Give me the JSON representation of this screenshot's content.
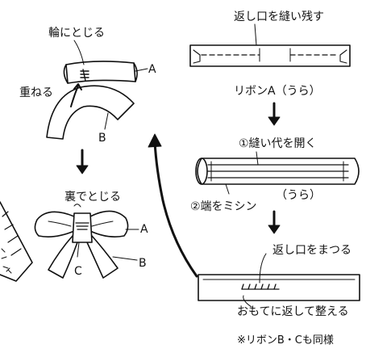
{
  "colors": {
    "ink": "#111111",
    "paper": "#ffffff"
  },
  "left": {
    "ring_close": "輪にとじる",
    "overlap": "重ねる",
    "label_a_top": "A",
    "label_b_top": "B",
    "back_close": "裏でとじる",
    "label_a_bow": "A",
    "label_b_bow": "B",
    "label_c_bow": "C"
  },
  "right": {
    "leave_opening": "返し口を縫い残す",
    "ribbon_a_back": "リボンA（うら）",
    "open_seam": "①縫い代を開く",
    "back_label": "（うら）",
    "machine_stitch": "②端をミシン",
    "slipstitch_opening": "返し口をまつる",
    "turn_and_shape": "おもてに返して整える",
    "note": "※リボンB・Cも同様"
  }
}
